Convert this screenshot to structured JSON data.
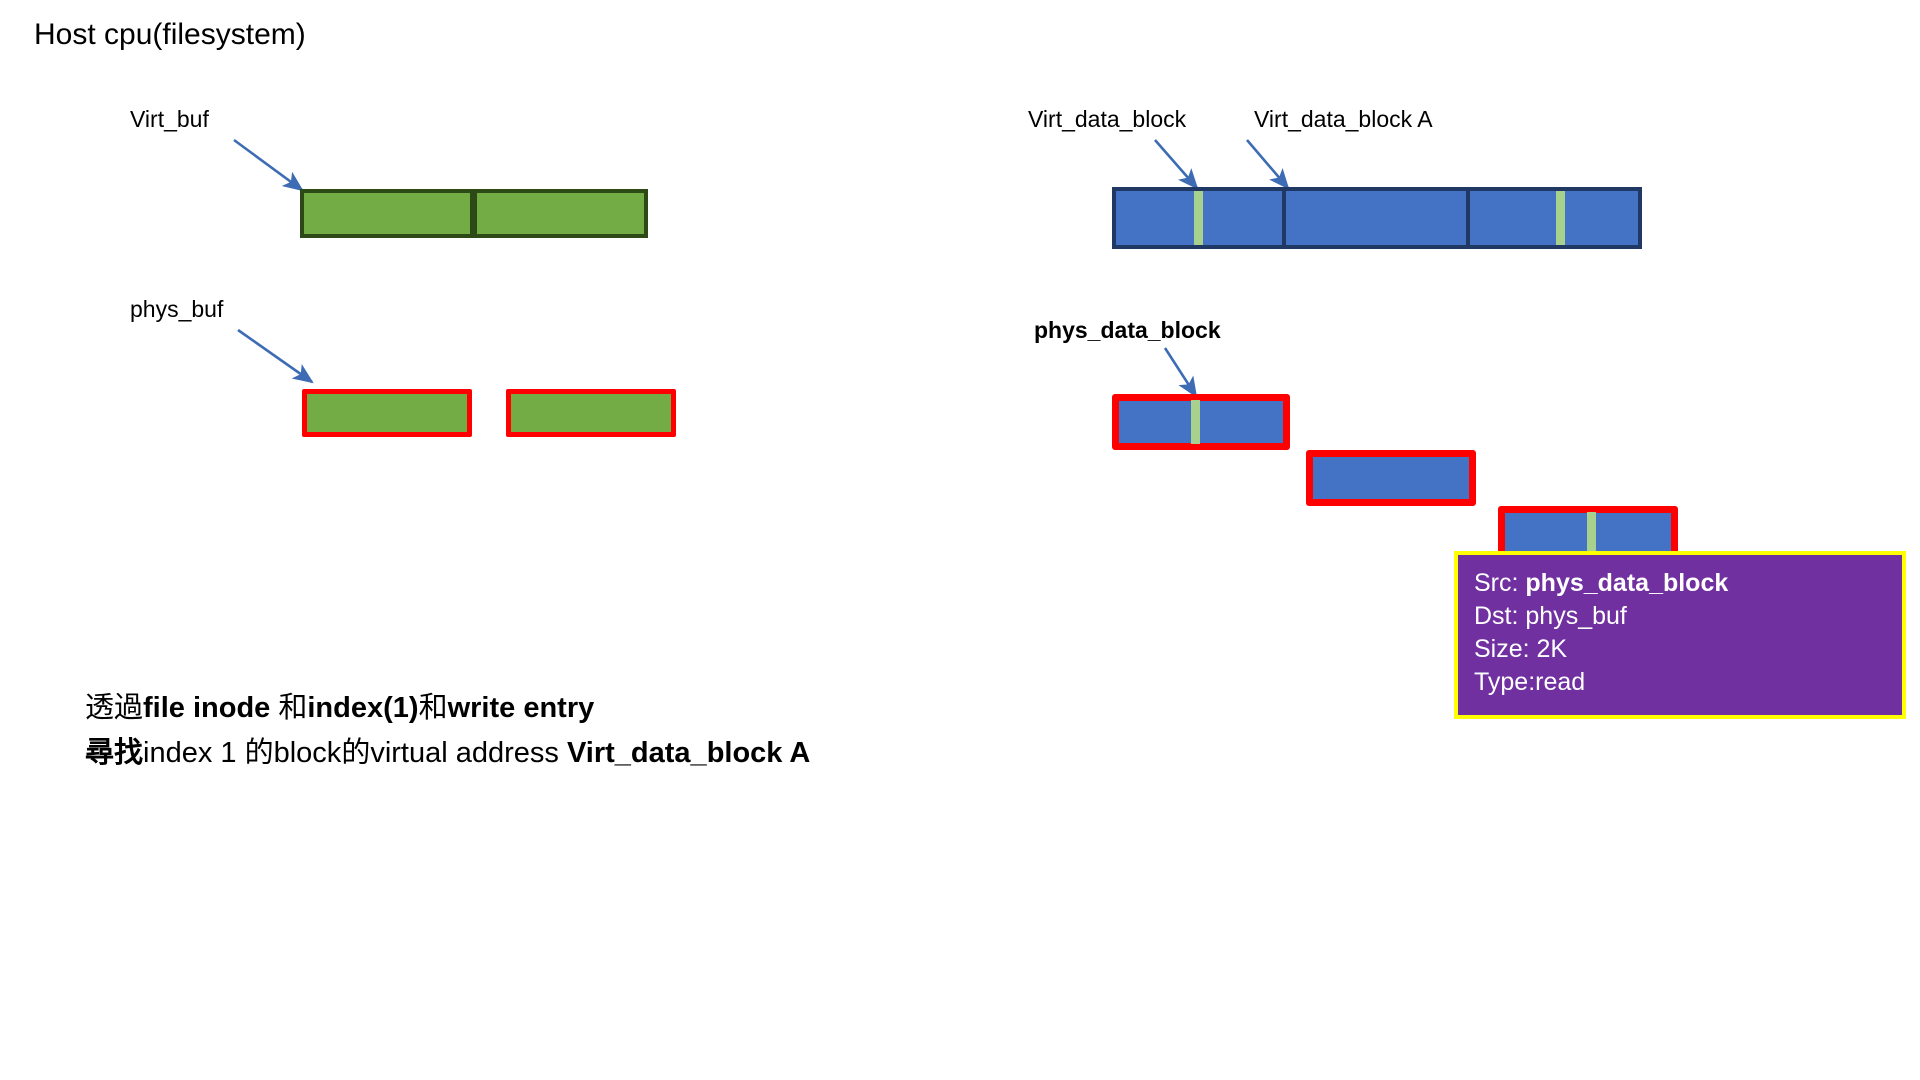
{
  "slide": {
    "title": "Host cpu(filesystem)"
  },
  "labels": {
    "virt_buf": "Virt_buf",
    "phys_buf": "phys_buf",
    "virt_data_block": "Virt_data_block",
    "virt_data_block_a": "Virt_data_block A",
    "phys_data_block": "phys_data_block"
  },
  "transfer_card": {
    "src_key": "Src: ",
    "src_value": "phys_data_block",
    "dst_key": "Dst: ",
    "dst_value": "phys_buf",
    "size_key": "Size: ",
    "size_value": "2K",
    "type_key": "Type:",
    "type_value": "read"
  },
  "note": {
    "line1_part1": "透過",
    "line1_part2": "file inode ",
    "line1_part3": "和",
    "line1_part4": "index(1)",
    "line1_part5": "和",
    "line1_part6": "write entry",
    "line2_part1": "尋找",
    "line2_part2": "index 1 ",
    "line2_part3": "的",
    "line2_part4": "block",
    "line2_part5": "的",
    "line2_part6": "virtual address ",
    "line2_part7": "Virt_data_block A"
  },
  "colors": {
    "green_fill": "#73ab45",
    "green_border": "#2d4a16",
    "blue_fill": "#4472c4",
    "blue_border": "#1f3864",
    "stripe_green": "#a9d18e",
    "red_border": "#ff0000",
    "purple_card": "#7030a0",
    "yellow_border": "#ffff00",
    "arrow_blue": "#3d6cb5"
  },
  "icons": {
    "pointer_arrow": "arrow-icon"
  }
}
